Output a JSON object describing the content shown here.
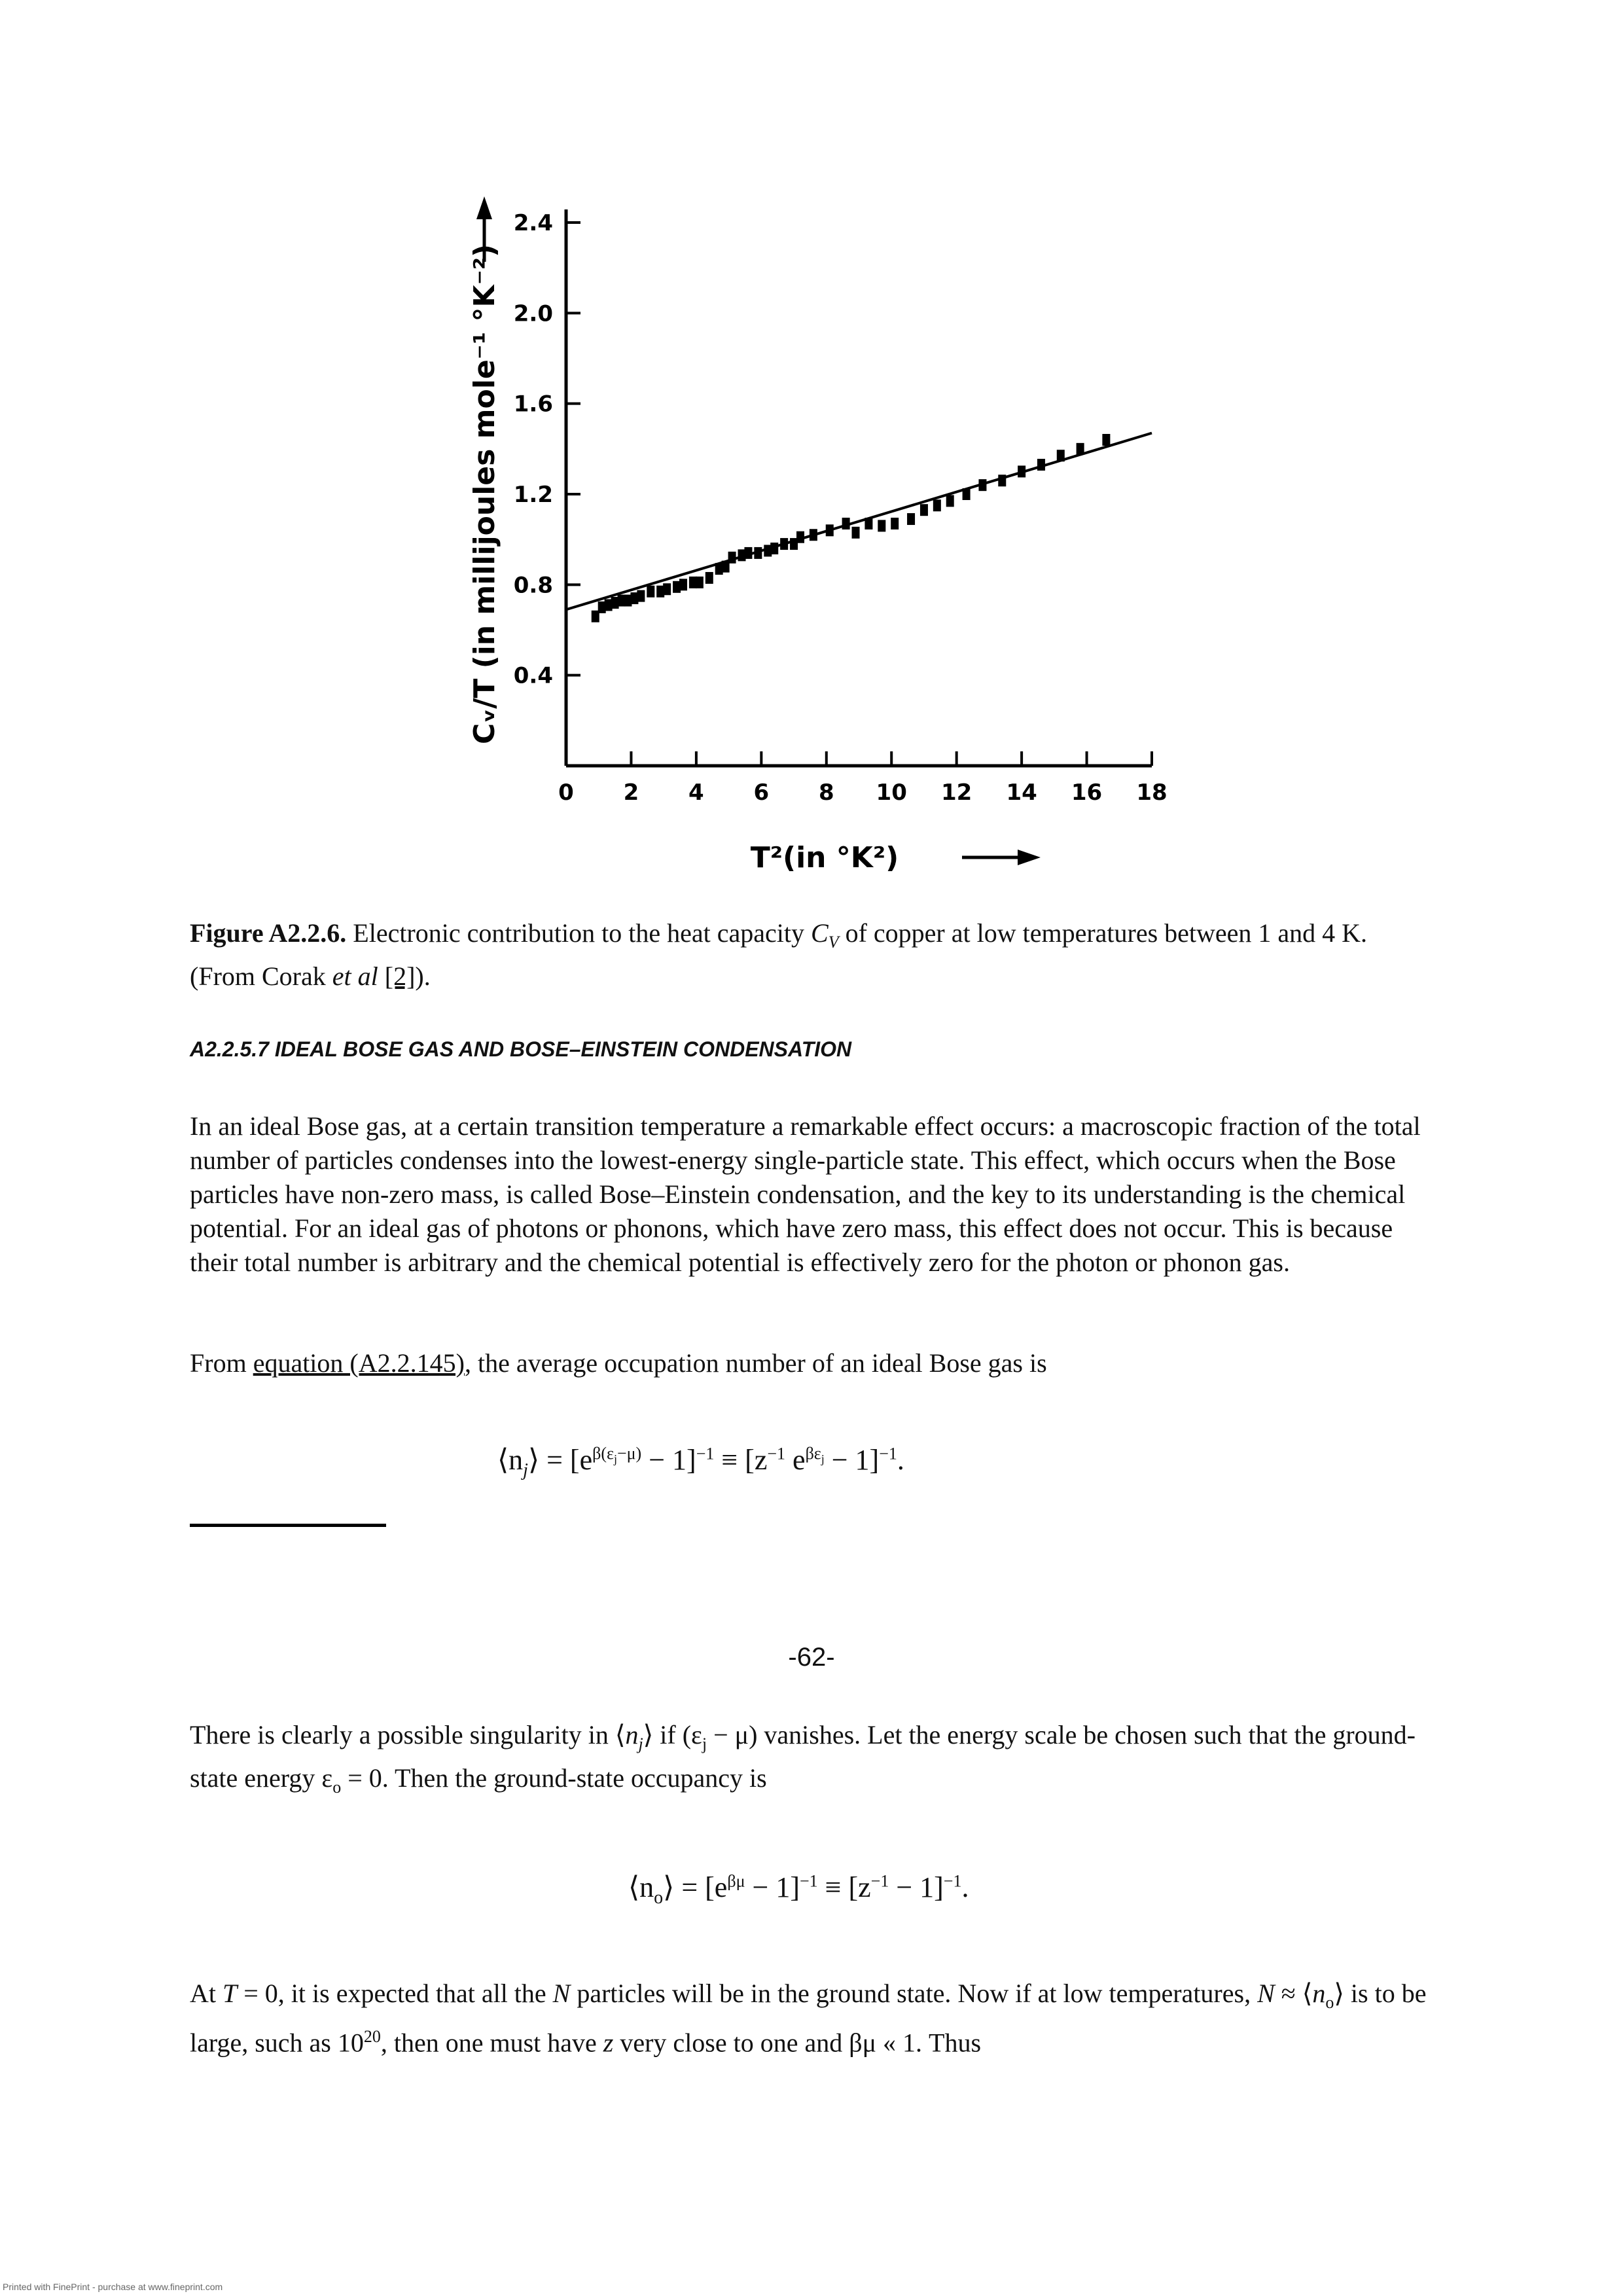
{
  "chart_data": {
    "type": "scatter",
    "xlabel": "T²(in °K²)",
    "ylabel": "Cᵥ/T (in millijoules mole⁻¹ °K⁻²)",
    "xlim": [
      0,
      18
    ],
    "ylim": [
      0,
      2.4
    ],
    "x_ticks": [
      "0",
      "2",
      "4",
      "6",
      "8",
      "10",
      "12",
      "14",
      "16",
      "18"
    ],
    "y_ticks": [
      "0.4",
      "0.8",
      "1.2",
      "1.6",
      "2.0",
      "2.4"
    ],
    "series": [
      {
        "x": [
          0.9,
          1.1,
          1.3,
          1.5,
          1.7,
          1.9,
          2.1,
          2.3,
          2.6,
          2.9,
          3.1,
          3.4,
          3.6,
          3.9,
          4.1,
          4.4,
          4.7,
          4.9,
          5.1,
          5.4,
          5.6,
          5.9,
          6.2,
          6.4,
          6.7,
          7.0,
          7.2,
          7.6,
          8.1,
          8.6,
          8.9,
          9.3,
          9.7,
          10.1,
          10.6,
          11.0,
          11.4,
          11.8,
          12.3,
          12.8,
          13.4,
          14.0,
          14.6,
          15.2,
          15.8,
          16.6
        ],
        "y": [
          0.66,
          0.7,
          0.71,
          0.72,
          0.73,
          0.73,
          0.74,
          0.75,
          0.77,
          0.77,
          0.78,
          0.79,
          0.8,
          0.81,
          0.81,
          0.83,
          0.87,
          0.88,
          0.92,
          0.93,
          0.94,
          0.94,
          0.95,
          0.96,
          0.98,
          0.98,
          1.01,
          1.02,
          1.04,
          1.07,
          1.03,
          1.07,
          1.06,
          1.07,
          1.09,
          1.13,
          1.15,
          1.17,
          1.2,
          1.24,
          1.26,
          1.3,
          1.33,
          1.37,
          1.4,
          1.44
        ]
      }
    ],
    "fit_line": {
      "x": [
        0,
        18
      ],
      "y": [
        0.69,
        1.47
      ]
    }
  },
  "caption": {
    "label": "Figure A2.2.6.",
    "text_before": " Electronic contribution to the heat capacity ",
    "symbol": "C",
    "symbol_sub": "V",
    "text_after": " of copper at low temperatures between 1 and 4 K. (From Corak ",
    "etal": "et al",
    "ref": "[2]",
    "end": ")."
  },
  "section_heading": "A2.2.5.7 IDEAL BOSE GAS AND BOSE–EINSTEIN CONDENSATION",
  "para1": "In an ideal Bose gas, at a certain transition temperature a remarkable effect occurs: a macroscopic fraction of the total number of particles condenses into the lowest-energy single-particle state. This effect, which occurs when the Bose particles have non-zero mass, is called Bose–Einstein condensation, and the key to its understanding is the chemical potential. For an ideal gas of photons or phonons, which have zero mass, this effect does not occur. This is because their total number is arbitrary and the chemical potential is effectively zero for the photon or phonon gas.",
  "para2": {
    "before": "From ",
    "link": "equation (A2.2.145)",
    "after": ", the average occupation number of an ideal Bose gas is"
  },
  "eq1": {
    "lhs": "⟨n",
    "lhs_sub": "j",
    "lhs_close": "⟩ = [e",
    "exp1": "β(ε",
    "exp1_sub": "j",
    "exp1_end": "−μ)",
    "mid": " − 1]",
    "pow": "−1",
    "eqv": " ≡ [z",
    "zpow": "−1",
    "e2": " e",
    "exp2": "βε",
    "exp2_sub": "j",
    "tail": " − 1]",
    "tailpow": "−1",
    "dot": "."
  },
  "page_number": "-62-",
  "para3": {
    "a": "There is clearly a possible singularity in ⟨",
    "n": "n",
    "nsub": "j",
    "b": "⟩ if (ε",
    "bsub": "j",
    "c": " − μ) vanishes. Let the energy scale be chosen such that the ground-state energy ε",
    "csub": "o",
    "d": " = 0. Then the ground-state occupancy is"
  },
  "eq2": {
    "lhs": "⟨n",
    "lhs_sub": "o",
    "lhs_close": "⟩ = [e",
    "exp": "βμ",
    "mid": " − 1]",
    "pow": "−1",
    "eqv": " ≡ [z",
    "zpow": "−1",
    "tail": " − 1]",
    "tailpow": "−1",
    "dot": "."
  },
  "para4": {
    "a": "At ",
    "T": "T",
    "b": " = 0, it is expected that all the ",
    "N": "N",
    "c": " particles will be in the ground state. Now if at low temperatures, ",
    "N2": "N",
    "d": " ≈ ⟨",
    "n": "n",
    "nsub": "o",
    "e": "⟩ is to be large, such as 10",
    "pow": "20",
    "f": ", then one must have ",
    "z": "z",
    "g": " very close to one and βμ « 1. Thus"
  },
  "footer": "Printed with FinePrint - purchase at www.fineprint.com"
}
